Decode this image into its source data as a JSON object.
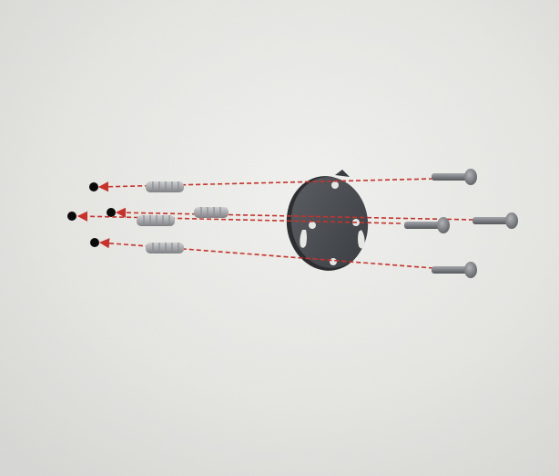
{
  "diagram": {
    "type": "exploded-view-wall-mount-installation",
    "parts": {
      "drill_holes": 4,
      "wall_anchors": 4,
      "mounting_plate": 1,
      "screws": 4
    },
    "colors": {
      "wall": "#e9e9e7",
      "guide_line": "#c8322a",
      "plate": "#4a4d52",
      "screw": "#7f8286",
      "anchor": "#a9abae",
      "hole": "#0a0a0a"
    }
  }
}
